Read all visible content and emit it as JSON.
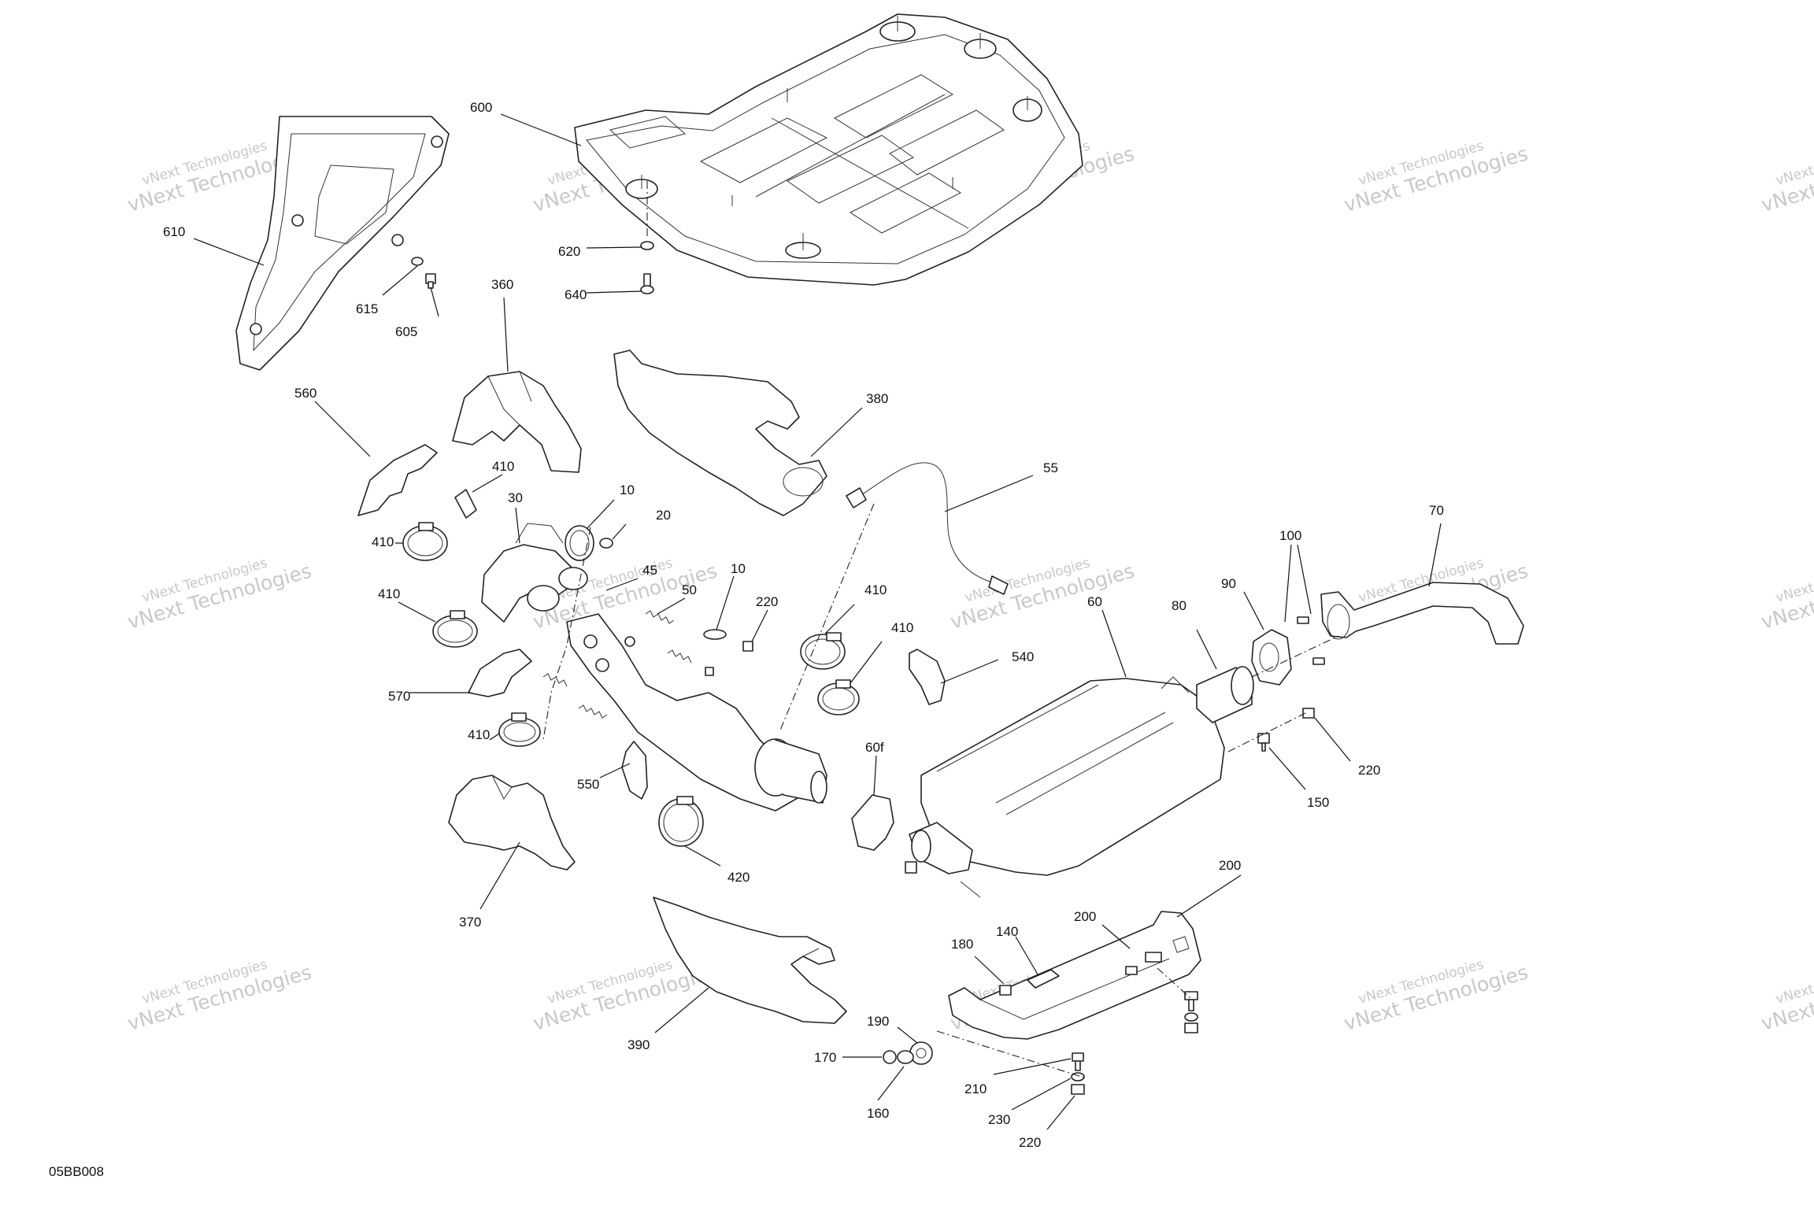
{
  "diagram_code": "05BB008",
  "watermark": {
    "line1": "vNext Technologies",
    "line2": "vNext Technologies"
  },
  "callouts": [
    "600",
    "610",
    "615",
    "605",
    "620",
    "640",
    "360",
    "560",
    "380",
    "410",
    "410",
    "410",
    "410",
    "410",
    "410",
    "30",
    "10",
    "20",
    "45",
    "50",
    "10",
    "220",
    "55",
    "60",
    "570",
    "540",
    "550",
    "420",
    "370",
    "60f",
    "80",
    "90",
    "100",
    "70",
    "220",
    "150",
    "200",
    "200",
    "140",
    "180",
    "390",
    "190",
    "170",
    "160",
    "210",
    "230",
    "220"
  ]
}
